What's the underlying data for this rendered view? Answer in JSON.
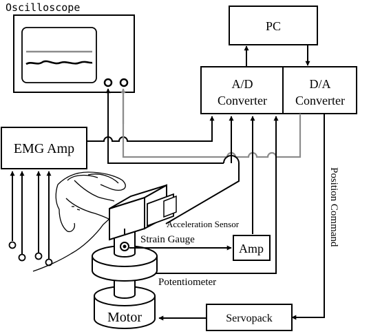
{
  "oscilloscope": {
    "label": "Oscilloscope"
  },
  "pc": {
    "label": "PC"
  },
  "ad_converter": {
    "line1": "A/D",
    "line2": "Converter"
  },
  "da_converter": {
    "line1": "D/A",
    "line2": "Converter"
  },
  "emg_amp": {
    "label": "EMG Amp"
  },
  "amp": {
    "label": "Amp"
  },
  "servopack": {
    "label": "Servopack"
  },
  "motor": {
    "label": "Motor"
  },
  "sensors": {
    "acceleration": "Acceleration Sensor",
    "strain_gauge": "Strain Gauge",
    "potentiometer": "Potentiometer"
  },
  "position_command": {
    "label": "Position Command"
  },
  "colors": {
    "line": "#000000",
    "reference": "#8c8c8c",
    "background": "#ffffff"
  }
}
